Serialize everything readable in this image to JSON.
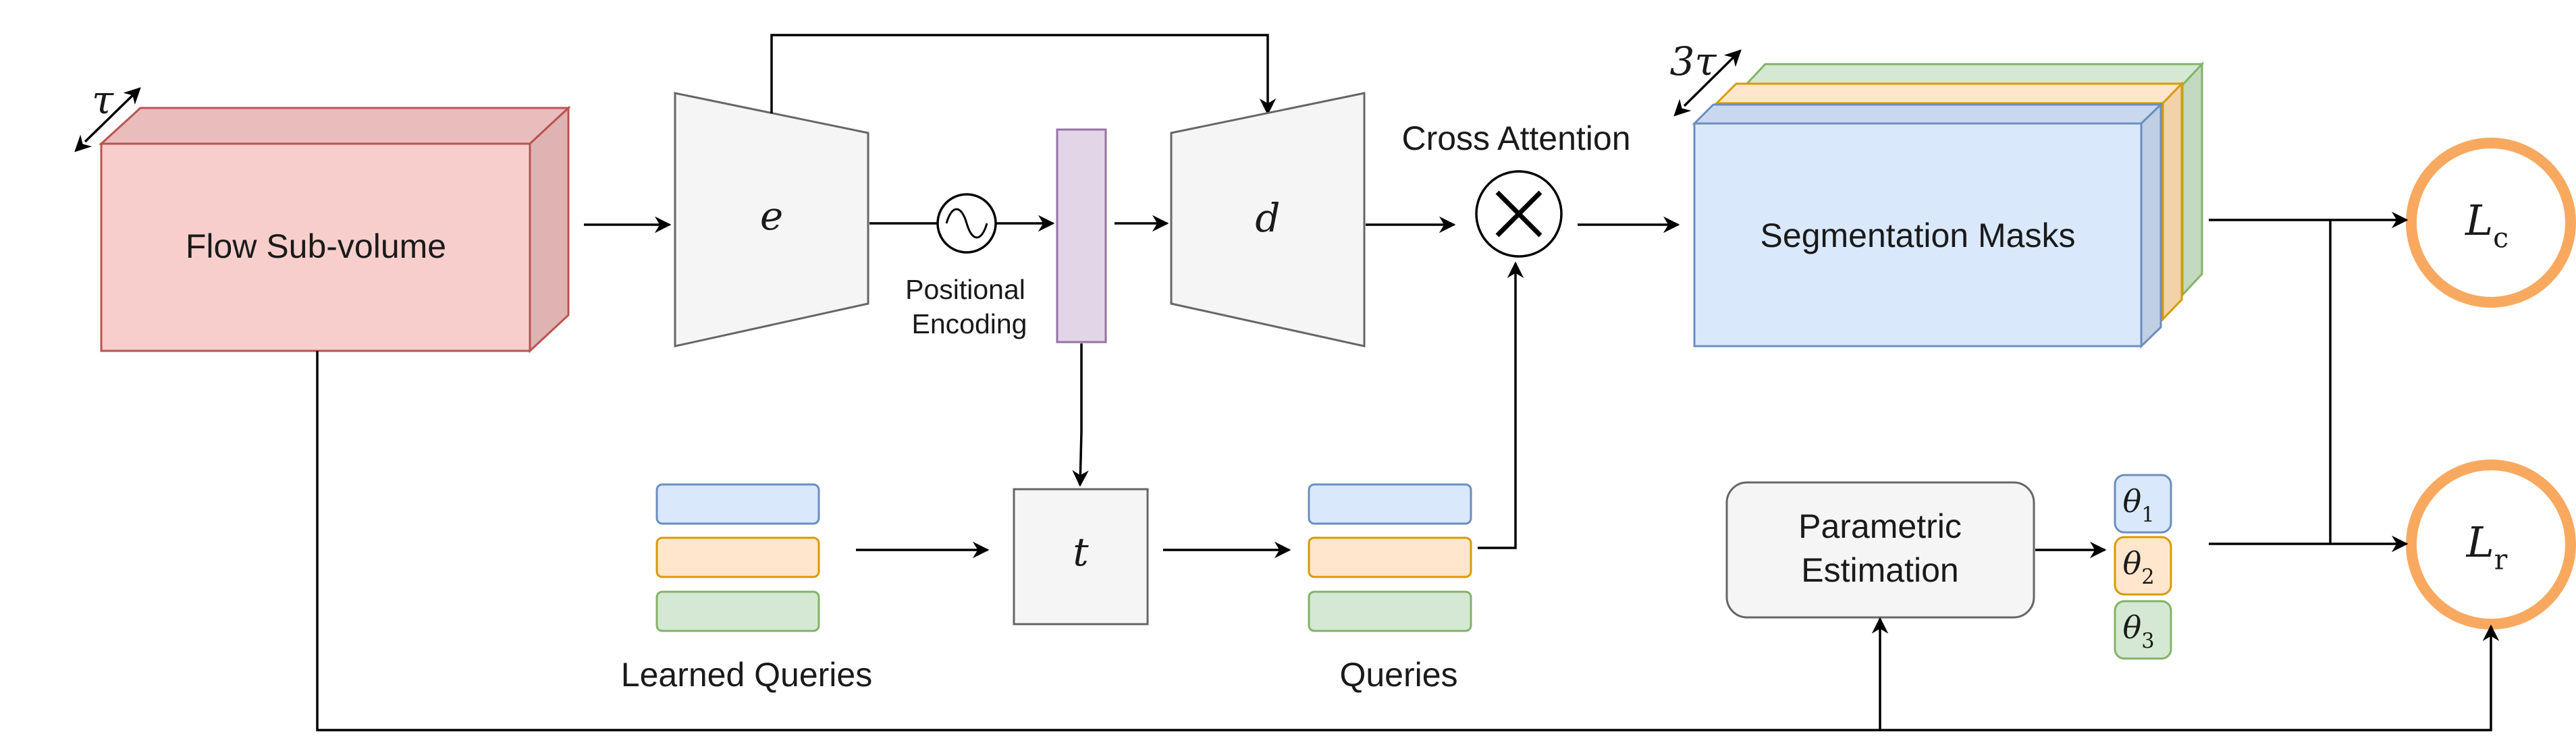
{
  "flow_subvolume": {
    "label": "Flow Sub-volume",
    "depth_symbol": "τ"
  },
  "encoder": {
    "symbol": "e"
  },
  "decoder": {
    "symbol": "d"
  },
  "positional_encoding": {
    "line1": "Positional",
    "line2": "Encoding"
  },
  "transformer": {
    "symbol": "t"
  },
  "cross_attention": {
    "label": "Cross Attention"
  },
  "segmentation_masks": {
    "label": "Segmentation Masks",
    "depth_symbol": "3τ"
  },
  "learned_queries": {
    "label": "Learned Queries"
  },
  "queries": {
    "label": "Queries"
  },
  "parametric_estimation": {
    "line1": "Parametric",
    "line2": "Estimation"
  },
  "theta": [
    {
      "base": "θ",
      "sub": "1",
      "color": "#dae8fc",
      "stroke": "#6c8ebf"
    },
    {
      "base": "θ",
      "sub": "2",
      "color": "#ffe6cc",
      "stroke": "#d79b00"
    },
    {
      "base": "θ",
      "sub": "3",
      "color": "#d5e8d4",
      "stroke": "#82b366"
    }
  ],
  "losses": [
    {
      "base": "L",
      "sub": "c"
    },
    {
      "base": "L",
      "sub": "r"
    }
  ],
  "colors": {
    "flow_fill": "#f8cecc",
    "flow_stroke": "#b85450",
    "query_blue": "#dae8fc",
    "query_blue_stroke": "#6c8ebf",
    "query_orange": "#ffe6cc",
    "query_orange_stroke": "#d79b00",
    "query_green": "#d5e8d4",
    "query_green_stroke": "#82b366",
    "token_fill": "#e1d5e7",
    "token_stroke": "#9673a6",
    "module_fill": "#f5f5f5",
    "module_stroke": "#666666",
    "loss_stroke": "#f8a95f"
  }
}
